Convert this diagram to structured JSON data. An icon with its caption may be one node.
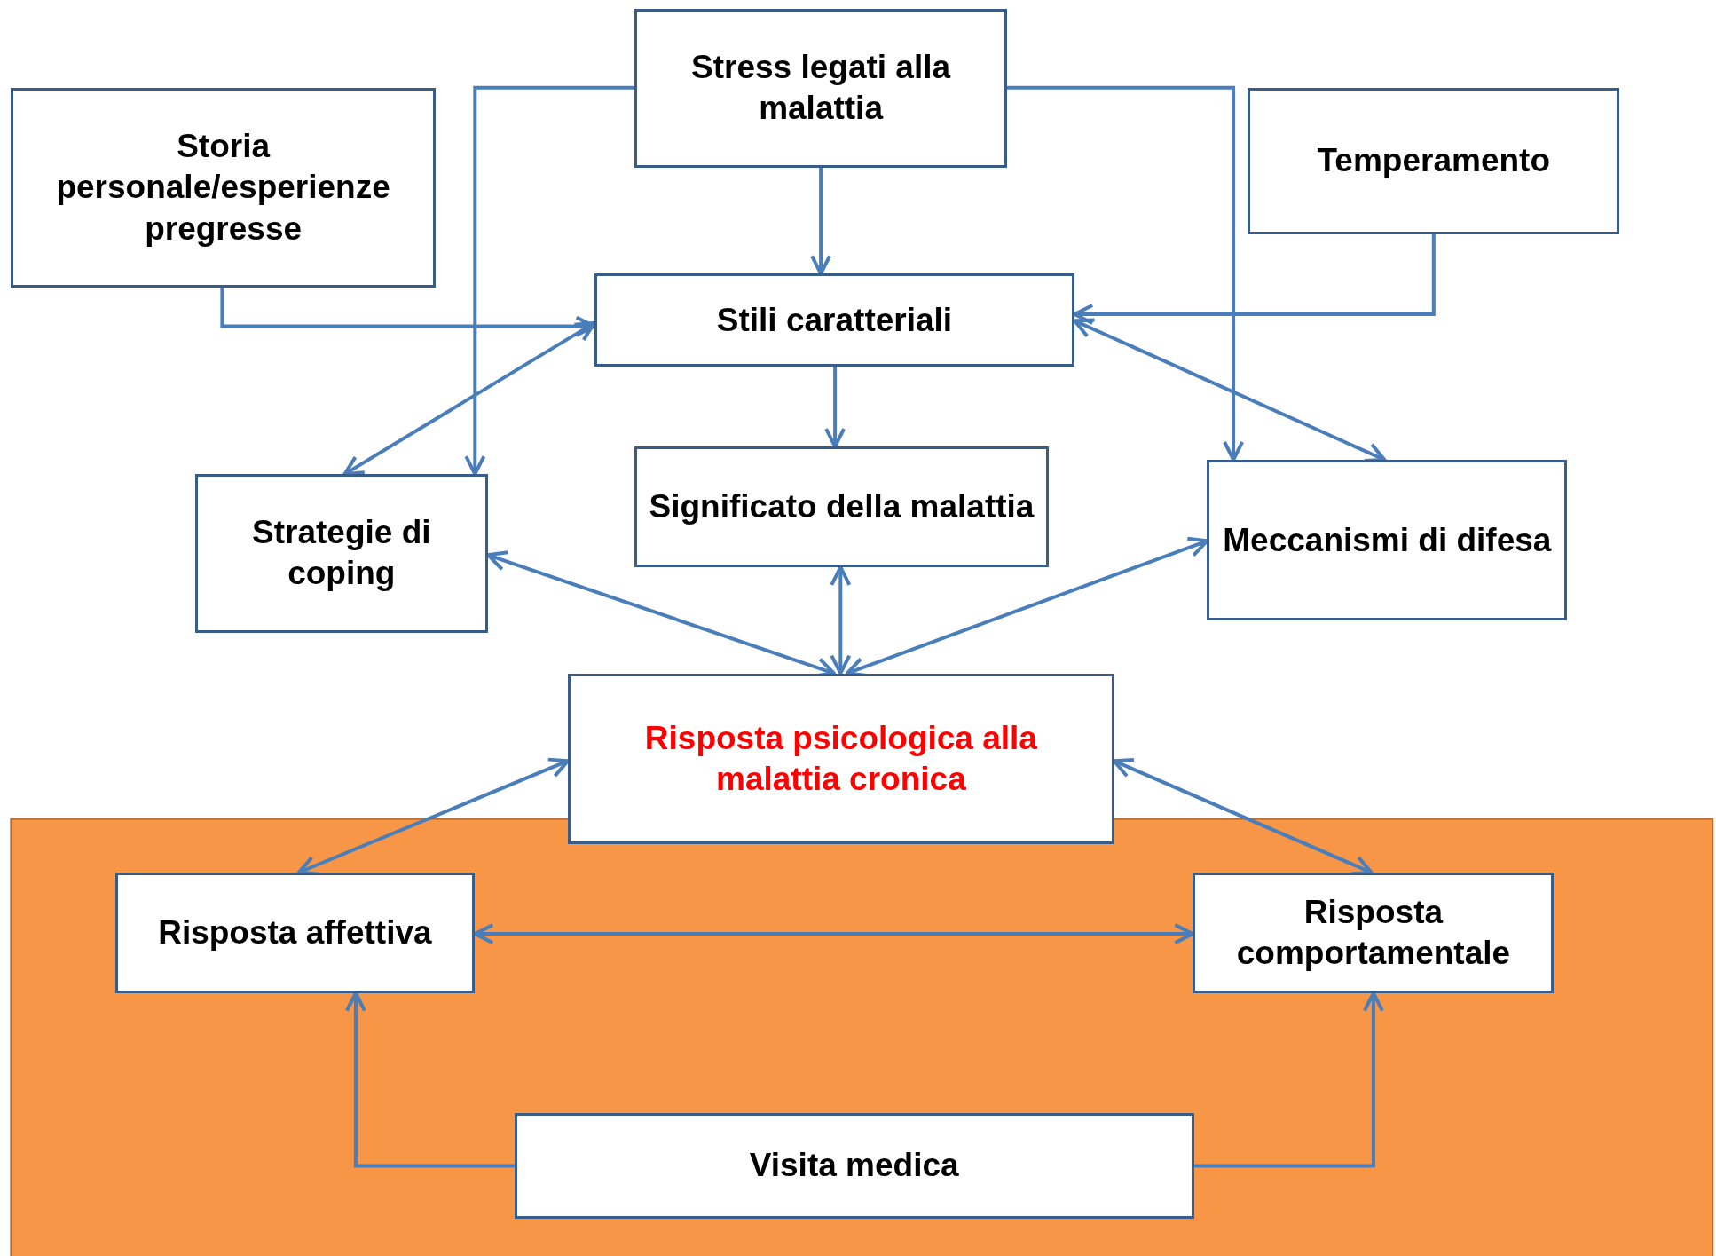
{
  "diagram": {
    "nodes": [
      {
        "text": [
          "Stress legati alla malattia"
        ]
      },
      {
        "text": [
          "Storia personale/esperienze pregresse"
        ]
      },
      {
        "text": [
          "Temperamento"
        ]
      },
      {
        "text": [
          "Stili caratteriali"
        ]
      },
      {
        "text": [
          "Strategie di coping"
        ]
      },
      {
        "text": [
          "Significato della malattia"
        ]
      },
      {
        "text": [
          "Meccanismi di difesa"
        ]
      },
      {
        "text": [
          "Risposta psicologica alla malattia cronica"
        ]
      },
      {
        "text": [
          "Risposta affettiva"
        ]
      },
      {
        "text": [
          "Risposta comportamentale"
        ]
      },
      {
        "text": [
          "Visita medica"
        ]
      }
    ],
    "edges": [
      {
        "from": 0,
        "to": 3,
        "arrow": "to"
      },
      {
        "from": 0,
        "to": 4,
        "arrow": "to"
      },
      {
        "from": 0,
        "to": 6,
        "arrow": "to"
      },
      {
        "from": 1,
        "to": 3,
        "arrow": "to"
      },
      {
        "from": 2,
        "to": 3,
        "arrow": "to"
      },
      {
        "from": 3,
        "to": 4,
        "arrow": "both"
      },
      {
        "from": 3,
        "to": 6,
        "arrow": "both"
      },
      {
        "from": 3,
        "to": 5,
        "arrow": "to"
      },
      {
        "from": 4,
        "to": 7,
        "arrow": "both"
      },
      {
        "from": 5,
        "to": 7,
        "arrow": "both"
      },
      {
        "from": 6,
        "to": 7,
        "arrow": "both"
      },
      {
        "from": 7,
        "to": 8,
        "arrow": "both"
      },
      {
        "from": 7,
        "to": 9,
        "arrow": "both"
      },
      {
        "from": 8,
        "to": 9,
        "arrow": "both"
      },
      {
        "from": 10,
        "to": 8,
        "arrow": "to"
      },
      {
        "from": 10,
        "to": 9,
        "arrow": "to"
      }
    ]
  }
}
